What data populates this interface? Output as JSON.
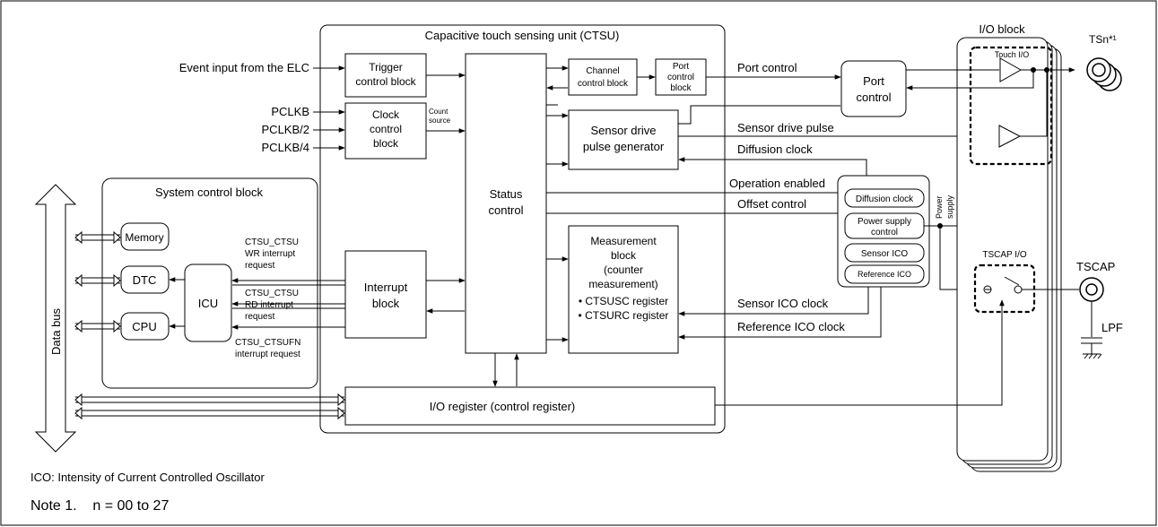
{
  "units": {
    "ctsu_title": "Capacitive touch sensing unit (CTSU)",
    "trigger": [
      "Trigger",
      "control block"
    ],
    "clock": [
      "Clock",
      "control",
      "block"
    ],
    "count_source": [
      "Count",
      "source"
    ],
    "status": [
      "Status",
      "control"
    ],
    "channel": [
      "Channel",
      "control block"
    ],
    "port_ctrl_block": [
      "Port",
      "control",
      "block"
    ],
    "sensor_drive": [
      "Sensor drive",
      "pulse generator"
    ],
    "measurement": [
      "Measurement",
      "block",
      "(counter",
      "measurement)",
      "• CTSUSC register",
      "• CTSURC register"
    ],
    "interrupt": [
      "Interrupt",
      "block"
    ],
    "io_register": "I/O register (control register)",
    "system_title": "System control block",
    "memory": "Memory",
    "dtc": "DTC",
    "cpu": "CPU",
    "icu": "ICU",
    "data_bus": "Data bus",
    "port_control": [
      "Port",
      "control"
    ],
    "diffusion_clock": "Diffusion clock",
    "power_supply_control": [
      "Power supply",
      "control"
    ],
    "sensor_ico": "Sensor ICO",
    "reference_ico": "Reference ICO",
    "power_supply": [
      "Power",
      "supply"
    ],
    "io_block": "I/O block",
    "touch_io": "Touch I/O",
    "tsn": "TSn*¹",
    "tscap_io": "TSCAP I/O",
    "tscap": "TSCAP",
    "lpf": "LPF"
  },
  "signals": {
    "event_input": "Event input from the ELC",
    "pclkb": "PCLKB",
    "pclkb2": "PCLKB/2",
    "pclkb4": "PCLKB/4",
    "port_control": "Port control",
    "sensor_drive_pulse": "Sensor drive pulse",
    "diffusion_clock": "Diffusion clock",
    "operation_enabled": "Operation enabled",
    "offset_control": "Offset control",
    "sensor_ico_clock": "Sensor ICO clock",
    "reference_ico_clock": "Reference ICO clock",
    "wr_irq": [
      "CTSU_CTSU",
      "WR interrupt",
      "request"
    ],
    "rd_irq": [
      "CTSU_CTSU",
      "RD interrupt",
      "request"
    ],
    "fn_irq": [
      "CTSU_CTSUFN",
      "interrupt request"
    ]
  },
  "notes": {
    "ico": "ICO: Intensity of Current Controlled Oscillator",
    "note1_label": "Note 1.",
    "note1_text": "n = 00 to 27"
  }
}
